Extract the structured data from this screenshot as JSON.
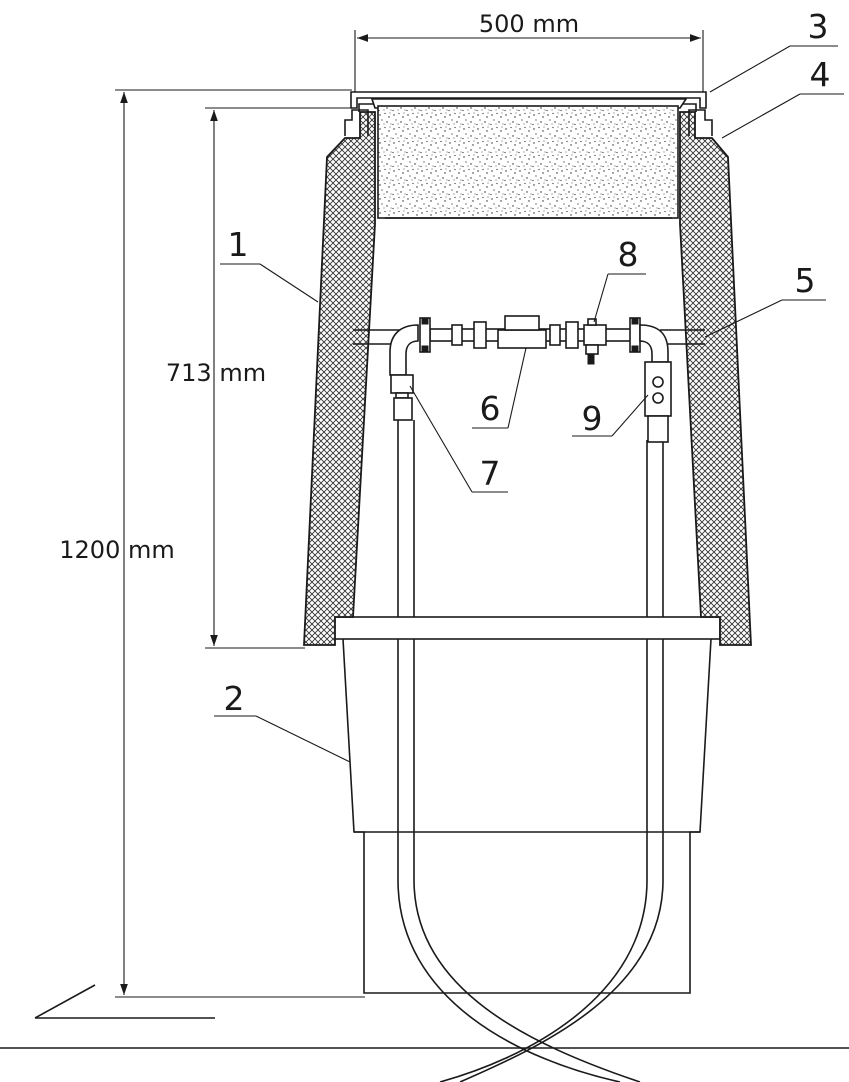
{
  "dimensions": {
    "width_label": "500 mm",
    "inner_height_label": "713 mm",
    "total_height_label": "1200 mm"
  },
  "callouts": [
    "1",
    "2",
    "3",
    "4",
    "5",
    "6",
    "7",
    "8",
    "9"
  ]
}
